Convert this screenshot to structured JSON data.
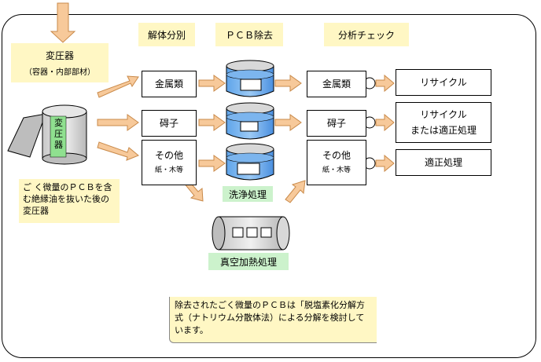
{
  "headers": {
    "dismantle": "解体分別",
    "pcb_removal": "ＰＣＢ除去",
    "analysis": "分析チェック"
  },
  "transformer": {
    "label": "変圧器",
    "sublabel": "（容器・内部部材）",
    "body_text": "変圧器"
  },
  "note_left": "ご く微量のＰＣＢを含む絶縁油を抜いた後の変圧器",
  "sort_boxes": [
    {
      "label": "金属類",
      "sub": ""
    },
    {
      "label": "碍子",
      "sub": ""
    },
    {
      "label": "その他",
      "sub": "紙・木等"
    }
  ],
  "check_boxes": [
    {
      "label": "金属類",
      "sub": ""
    },
    {
      "label": "碍子",
      "sub": ""
    },
    {
      "label": "その他",
      "sub": "紙・木等"
    }
  ],
  "results": [
    {
      "line1": "リサイクル",
      "line2": ""
    },
    {
      "line1": "リサイクル",
      "line2": "または適正処理"
    },
    {
      "line1": "適正処理",
      "line2": ""
    }
  ],
  "processes": {
    "washing": "洗浄処理",
    "vacuum_heating": "真空加熱処理"
  },
  "note_bottom": "除去されたごく微量のＰＣＢは「脱塩素化分解方式（ナトリウム分散体法）による分解を検討しています。",
  "colors": {
    "arrow_fill": "#f7c99a",
    "arrow_stroke": "#c98a4a",
    "water": "#4a8fe0",
    "yellow_label": "#fff7c4",
    "green_label": "#ccf2cc"
  }
}
